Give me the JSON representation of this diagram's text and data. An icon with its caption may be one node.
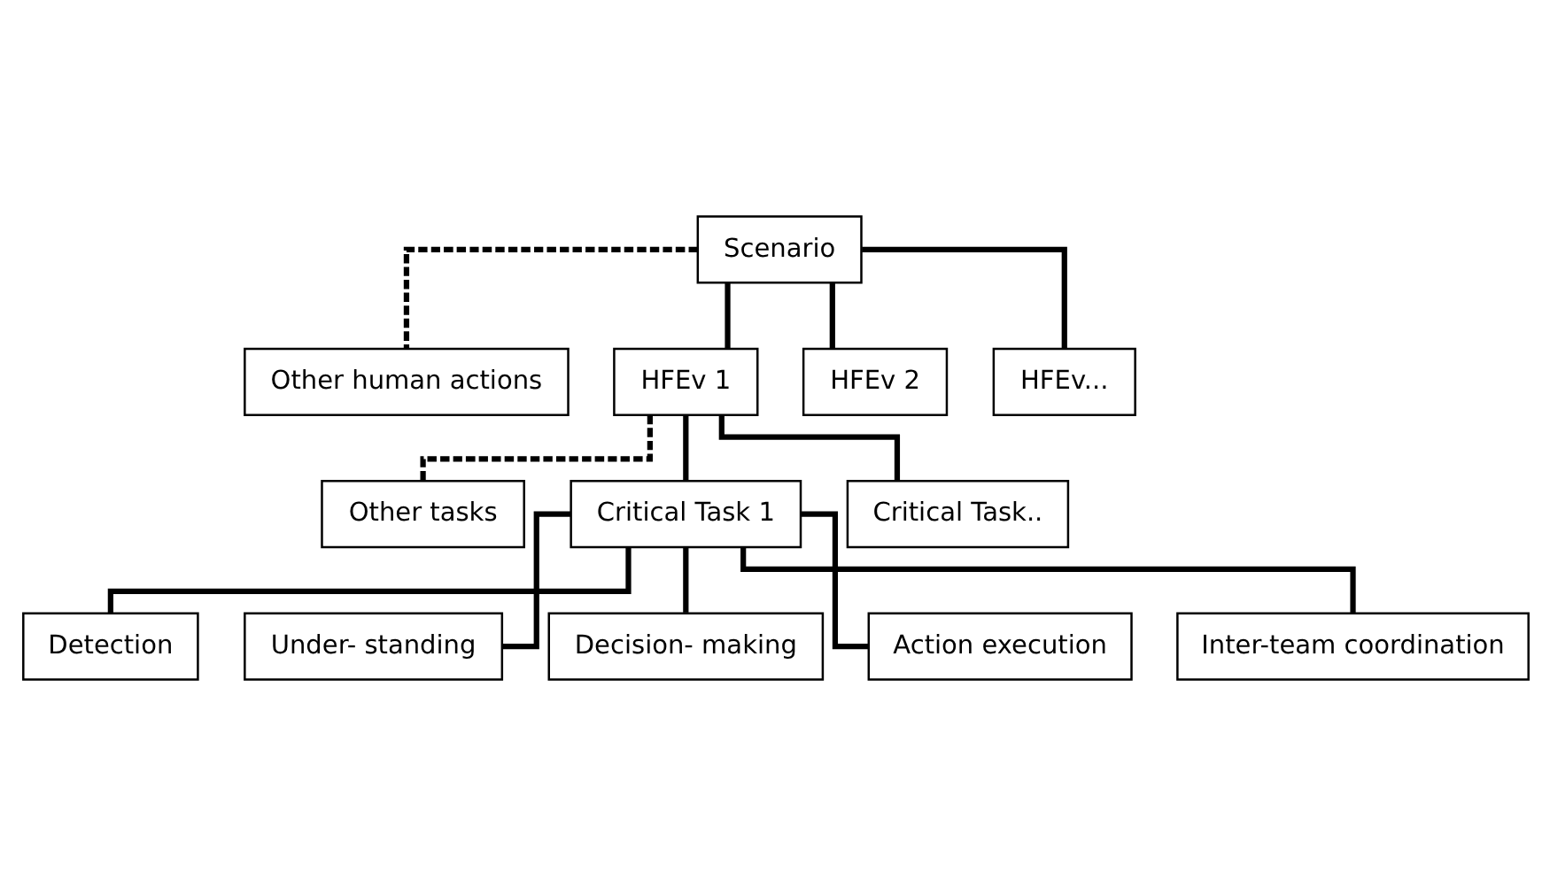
{
  "diagram": {
    "nodes": [
      {
        "text": [
          "Scenario"
        ]
      },
      {
        "text": [
          "Other human actions"
        ]
      },
      {
        "text": [
          "HFEv 1"
        ]
      },
      {
        "text": [
          "HFEv 2"
        ]
      },
      {
        "text": [
          "HFEv..."
        ]
      },
      {
        "text": [
          "Other tasks"
        ]
      },
      {
        "text": [
          "Critical Task 1"
        ]
      },
      {
        "text": [
          "Critical Task.."
        ]
      },
      {
        "text": [
          "Detection"
        ]
      },
      {
        "text": [
          "Under- standing"
        ]
      },
      {
        "text": [
          "Decision- making"
        ]
      },
      {
        "text": [
          "Action execution"
        ]
      },
      {
        "text": [
          "Inter-team coordination"
        ]
      }
    ],
    "edges": [
      {
        "from": 0,
        "to": 1,
        "arrow": "none",
        "style": "dashed"
      },
      {
        "from": 0,
        "to": 2,
        "arrow": "none"
      },
      {
        "from": 0,
        "to": 3,
        "arrow": "none"
      },
      {
        "from": 0,
        "to": 4,
        "arrow": "none"
      },
      {
        "from": 2,
        "to": 5,
        "arrow": "none",
        "style": "dashed"
      },
      {
        "from": 2,
        "to": 6,
        "arrow": "none"
      },
      {
        "from": 2,
        "to": 7,
        "arrow": "none"
      },
      {
        "from": 6,
        "to": 8,
        "arrow": "none"
      },
      {
        "from": 6,
        "to": 9,
        "arrow": "none"
      },
      {
        "from": 6,
        "to": 10,
        "arrow": "none"
      },
      {
        "from": 6,
        "to": 11,
        "arrow": "none"
      },
      {
        "from": 6,
        "to": 12,
        "arrow": "none"
      }
    ]
  }
}
